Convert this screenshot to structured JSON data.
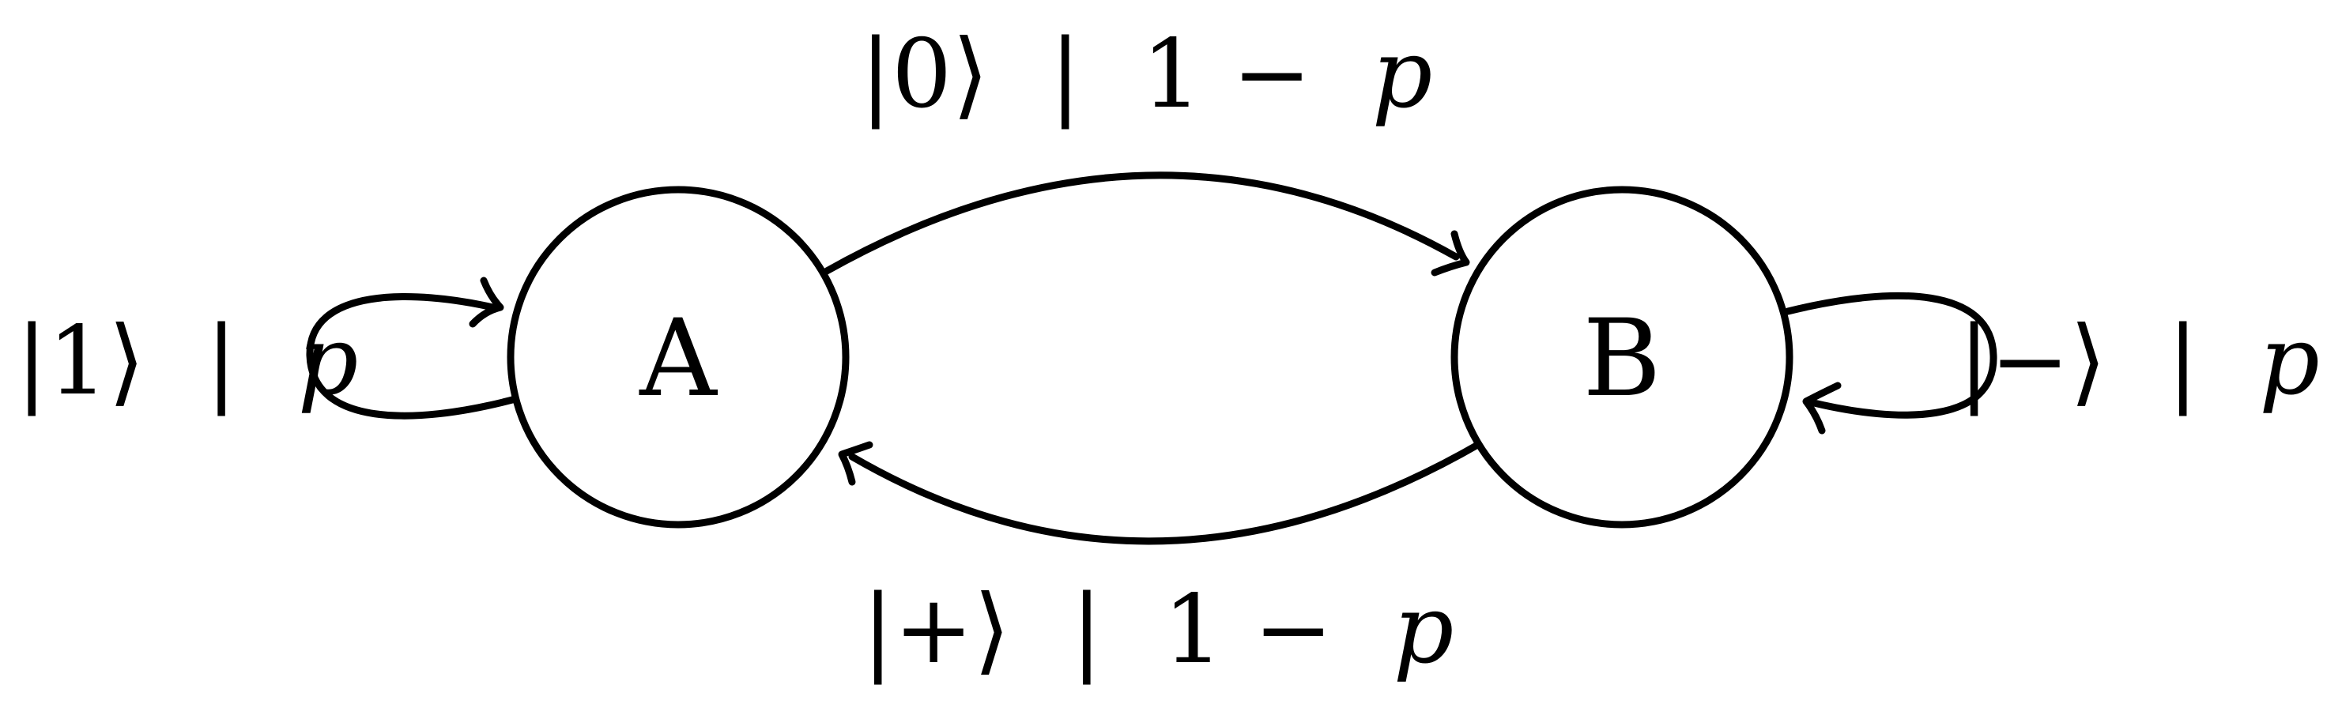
{
  "diagram": {
    "nodes": [
      {
        "id": "A",
        "label": "A"
      },
      {
        "id": "B",
        "label": "B"
      }
    ],
    "edges": [
      {
        "from": "A",
        "to": "B",
        "state": "|0⟩",
        "sep": " | ",
        "prob": "1 − ",
        "var": "p"
      },
      {
        "from": "B",
        "to": "A",
        "state": "|+⟩",
        "sep": " | ",
        "prob": "1 − ",
        "var": "p"
      },
      {
        "from": "A",
        "to": "A",
        "state": "|1⟩",
        "sep": " | ",
        "prob": "",
        "var": "p"
      },
      {
        "from": "B",
        "to": "B",
        "state": "|−⟩",
        "sep": " | ",
        "prob": "",
        "var": "p"
      }
    ]
  }
}
